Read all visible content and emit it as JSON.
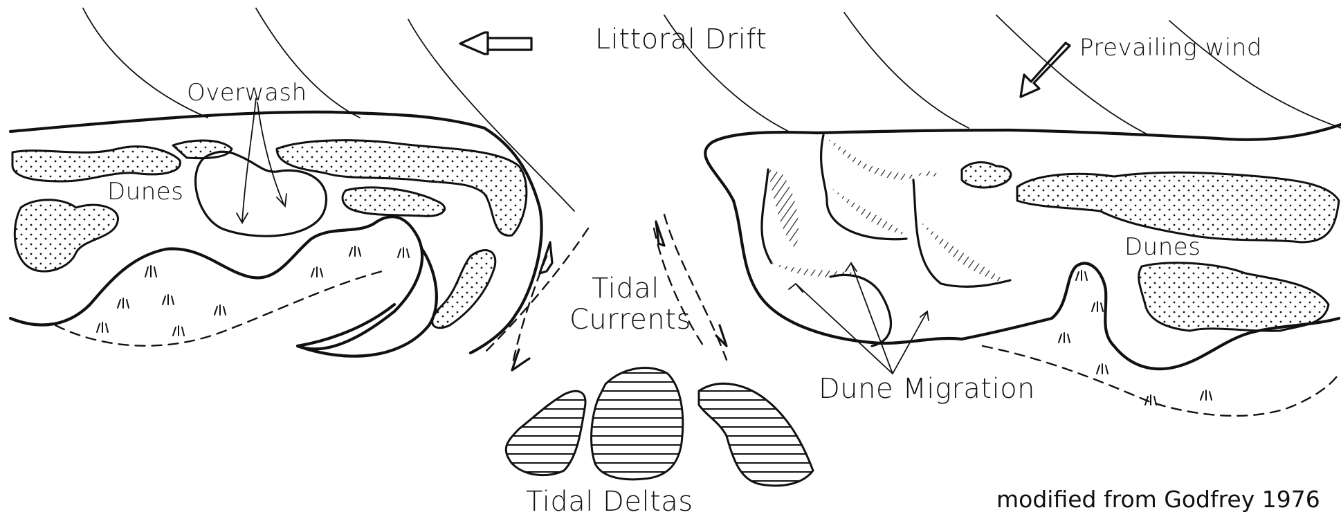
{
  "labels": {
    "littoral_drift": "Littoral Drift",
    "prevailing_wind": "Prevailing wind",
    "overwash": "Overwash",
    "dunes_left": "Dunes",
    "dunes_right": "Dunes",
    "tidal_currents_line1": "Tidal",
    "tidal_currents_line2": "Currents",
    "dune_migration": "Dune Migration",
    "tidal_deltas": "Tidal Deltas",
    "credit": "modified from Godfrey 1976"
  },
  "colors": {
    "ink": "#111111",
    "background": "#ffffff"
  }
}
